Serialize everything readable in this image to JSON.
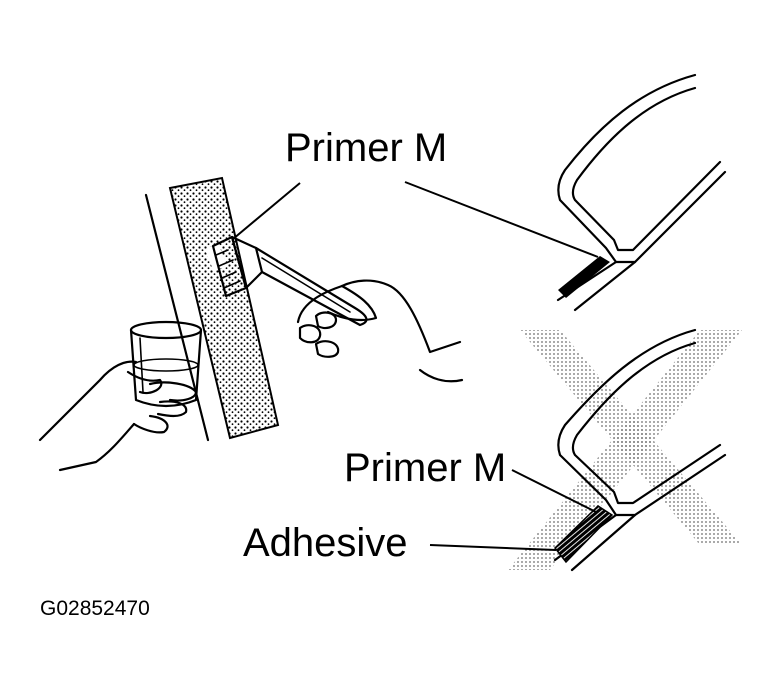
{
  "labels": {
    "primer_top": "Primer M",
    "primer_bottom": "Primer M",
    "adhesive": "Adhesive",
    "figure_code": "G02852470"
  },
  "colors": {
    "ink": "#000000",
    "background": "#ffffff",
    "cross_dots": "#6e6e6e"
  },
  "icons": {
    "left_scene": "hand-brush-painting-icon",
    "cup": "primer-cup-icon",
    "correct_section": "glass-panel-section-icon",
    "incorrect_mark": "cross-out-icon"
  }
}
